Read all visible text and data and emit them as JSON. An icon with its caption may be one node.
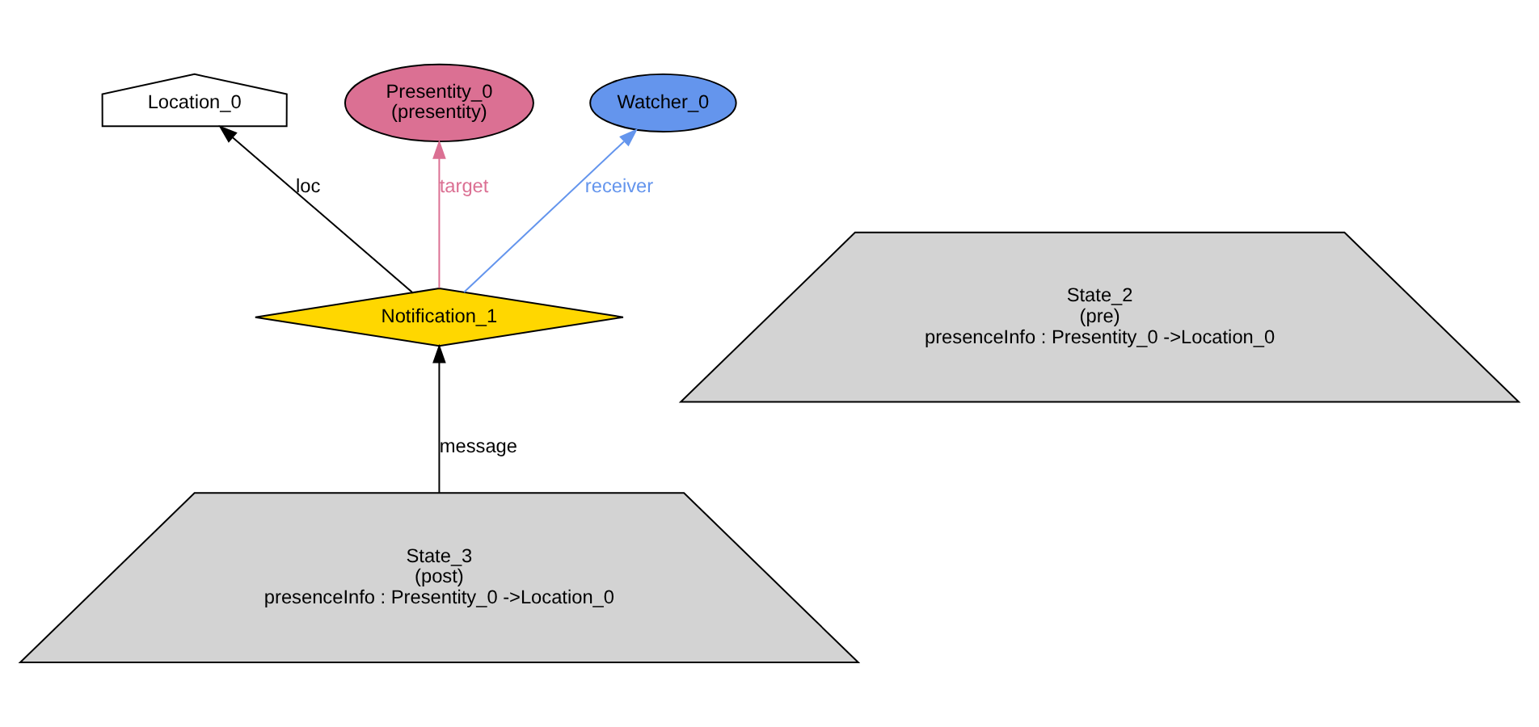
{
  "diagram": {
    "nodes": [
      {
        "text": [
          "Location_0"
        ]
      },
      {
        "text": [
          "Presentity_0",
          "(presentity)"
        ]
      },
      {
        "text": [
          "Watcher_0"
        ]
      },
      {
        "text": [
          "Notification_1"
        ]
      },
      {
        "text": [
          "State_2",
          "(pre)",
          "presenceInfo : Presentity_0 ->Location_0"
        ]
      },
      {
        "text": [
          "State_3",
          "(post)",
          "presenceInfo : Presentity_0 ->Location_0"
        ]
      }
    ],
    "edges": [
      {
        "from": 3,
        "to": 0,
        "arrow": "to",
        "label": "loc"
      },
      {
        "from": 3,
        "to": 1,
        "arrow": "to",
        "label": "target",
        "color": "#db7093"
      },
      {
        "from": 3,
        "to": 2,
        "arrow": "to",
        "label": "receiver",
        "color": "#6495ed"
      },
      {
        "from": 5,
        "to": 3,
        "arrow": "to",
        "label": "message"
      }
    ]
  }
}
